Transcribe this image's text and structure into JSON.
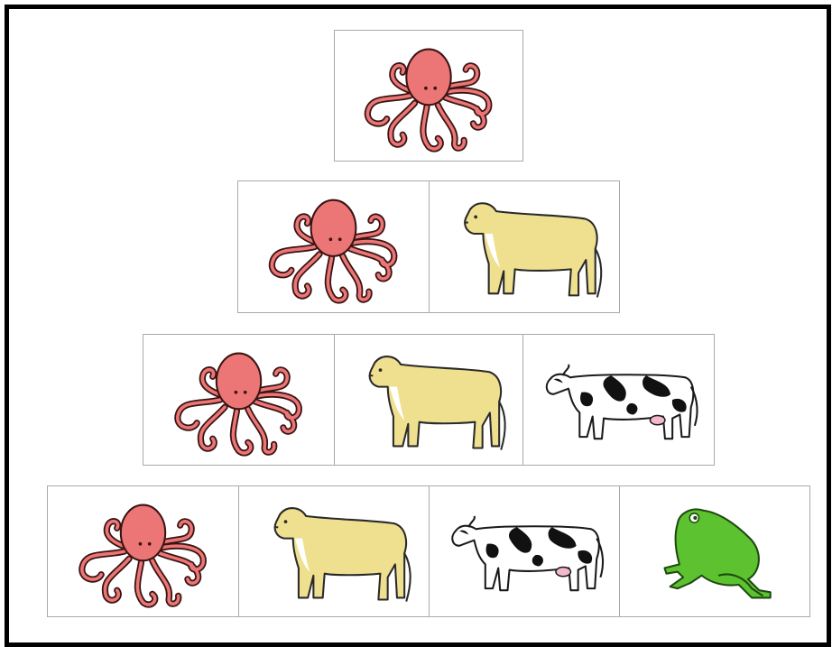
{
  "colors": {
    "octopus": "#ec7575",
    "lion": "#efe08f",
    "frog": "#5cc230",
    "outline": "#3a1414",
    "card_border": "#a9a9a9",
    "frame": "#000000"
  },
  "rows": [
    {
      "cards": [
        {
          "animal": "octopus"
        }
      ]
    },
    {
      "cards": [
        {
          "animal": "octopus"
        },
        {
          "animal": "lion"
        }
      ]
    },
    {
      "cards": [
        {
          "animal": "octopus"
        },
        {
          "animal": "lion"
        },
        {
          "animal": "cow"
        }
      ]
    },
    {
      "cards": [
        {
          "animal": "octopus"
        },
        {
          "animal": "lion"
        },
        {
          "animal": "cow"
        },
        {
          "animal": "frog"
        }
      ]
    }
  ]
}
